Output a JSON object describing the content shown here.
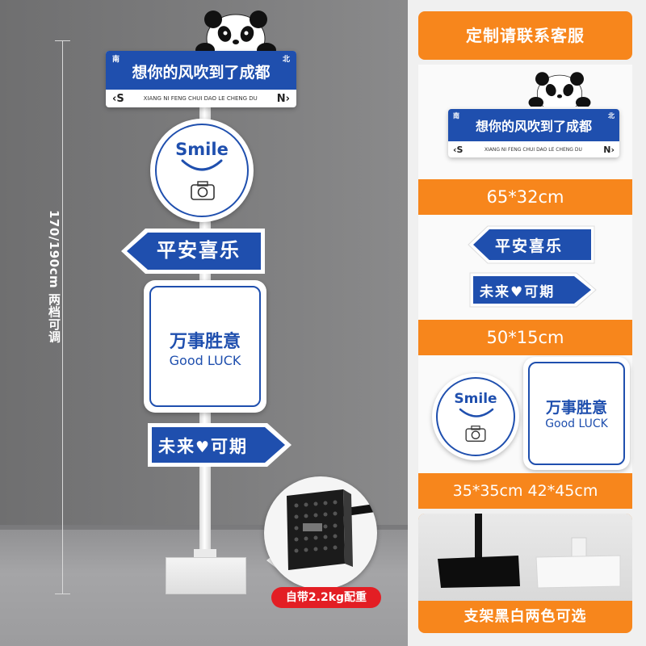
{
  "height_note": "170/190cm 两档可调",
  "street_sign": {
    "main_text": "想你的风吹到了成都",
    "left_dir": "南",
    "right_dir": "北",
    "left_letter": "S",
    "right_letter": "N",
    "pinyin": "XIANG NI FENG CHUI DAO LE CHENG DU"
  },
  "smile_sign": {
    "word": "Smile",
    "camera_icon": "camera-icon"
  },
  "arrow_left_sign": {
    "text": "平安喜乐"
  },
  "arrow_right_sign": {
    "text_before": "未来",
    "heart_icon": "heart-icon",
    "text_after": "可期"
  },
  "square_sign": {
    "chinese": "万事胜意",
    "english": "Good LUCK"
  },
  "base_label": "自带2.2kg配重",
  "right_panel": {
    "title": "定制请联系客服",
    "size_1": "65*32cm",
    "size_2": "50*15cm",
    "size_3": "35*35cm  42*45cm",
    "bottom_label": "支架黑白两色可选"
  },
  "colors": {
    "sign_blue": "#1f4fae",
    "accent_orange": "#f7861c",
    "label_red": "#e31e24"
  }
}
